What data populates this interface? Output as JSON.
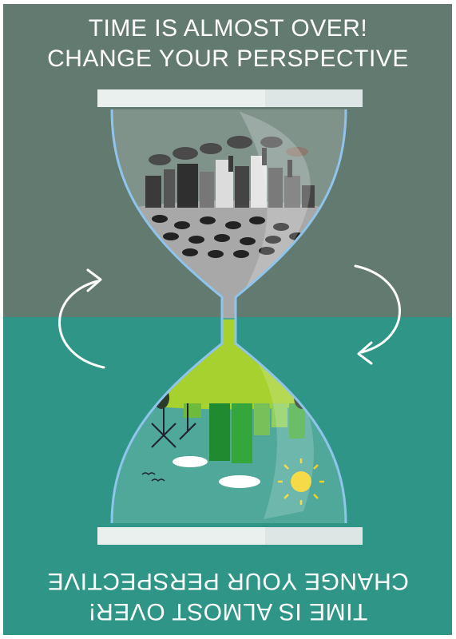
{
  "poster": {
    "headline_top": {
      "line1": "TIME IS ALMOST OVER!",
      "line2": "CHANGE YOUR PERSPECTIVE"
    },
    "headline_bottom": {
      "line1": "TIME IS ALMOST OVER!",
      "line2": "CHANGE YOUR PERSPECTIVE"
    }
  },
  "colors": {
    "top_background": "#627a70",
    "bottom_background": "#2f9687",
    "glass_outline": "#8fc4ec",
    "sand_gray": "#a9a9a9",
    "sand_green": "#9cc830",
    "hourglass_cap": "#dde6e4",
    "sun": "#f6d21f"
  },
  "icons": [
    "refresh-arrow-icon",
    "refresh-arrow-icon",
    "sun-icon",
    "cloud-icon",
    "windmill-icon",
    "car-icon",
    "factory-icon"
  ]
}
